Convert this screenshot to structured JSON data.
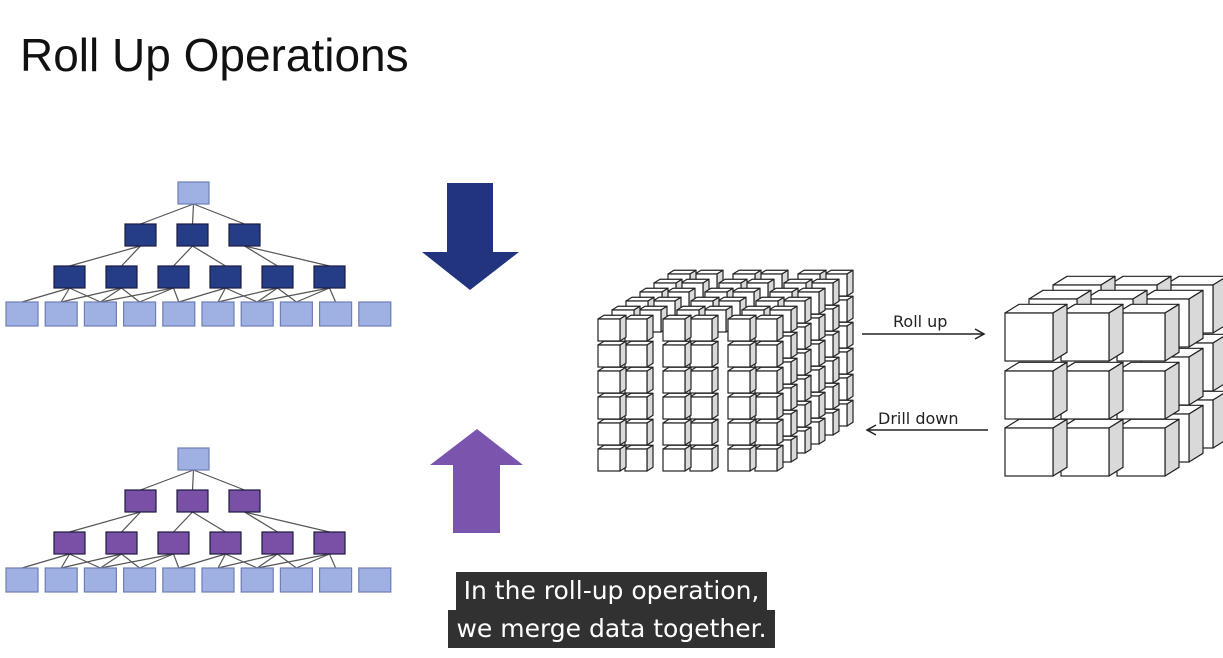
{
  "slide": {
    "title": "Roll Up Operations"
  },
  "colors": {
    "leaf_fill": "#9fb0e3",
    "leaf_stroke": "#6f7fb6",
    "top_tree_mid": "#253c86",
    "bottom_tree_mid": "#7a4fa6",
    "arrow_down": "#23347e",
    "arrow_up": "#7b55ad",
    "cube_stroke": "#222222"
  },
  "icons": {
    "down_arrow": "arrow-down-icon",
    "up_arrow": "arrow-up-icon"
  },
  "cube_labels": {
    "roll_up": "Roll up",
    "drill_down": "Drill down"
  },
  "caption": {
    "line1": "In the roll-up operation,",
    "line2": "we merge data together."
  }
}
